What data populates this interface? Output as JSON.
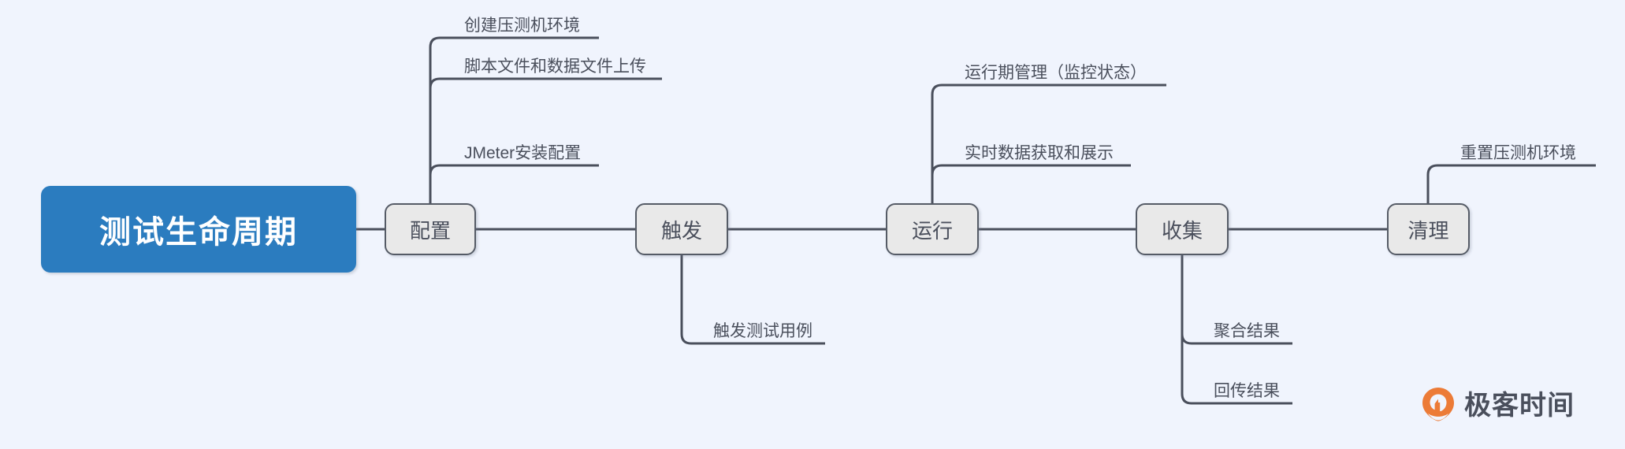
{
  "background_color": "#f0f4fd",
  "root": {
    "label": "测试生命周期",
    "color": "#2b7cbf",
    "text_color": "#ffffff"
  },
  "node_style": {
    "fill": "#e9e9e9",
    "border": "#555b66",
    "text_color": "#4a4f5c"
  },
  "stages": [
    {
      "id": "config",
      "label": "配置"
    },
    {
      "id": "trigger",
      "label": "触发"
    },
    {
      "id": "run",
      "label": "运行"
    },
    {
      "id": "collect",
      "label": "收集"
    },
    {
      "id": "cleanup",
      "label": "清理"
    }
  ],
  "branches": [
    {
      "id": "b1",
      "parent": "config",
      "label": "创建压测机环境"
    },
    {
      "id": "b2",
      "parent": "config",
      "label": "脚本文件和数据文件上传"
    },
    {
      "id": "b3",
      "parent": "config",
      "label": "JMeter安装配置"
    },
    {
      "id": "b4",
      "parent": "trigger",
      "label": "触发测试用例"
    },
    {
      "id": "b5",
      "parent": "run",
      "label": "运行期管理（监控状态）"
    },
    {
      "id": "b6",
      "parent": "run",
      "label": "实时数据获取和展示"
    },
    {
      "id": "b7",
      "parent": "collect",
      "label": "聚合结果"
    },
    {
      "id": "b8",
      "parent": "collect",
      "label": "回传结果"
    },
    {
      "id": "b9",
      "parent": "cleanup",
      "label": "重置压测机环境"
    }
  ],
  "watermark": {
    "text": "极客时间",
    "logo_color": "#ec7b37",
    "text_color": "#4a4f5c"
  }
}
